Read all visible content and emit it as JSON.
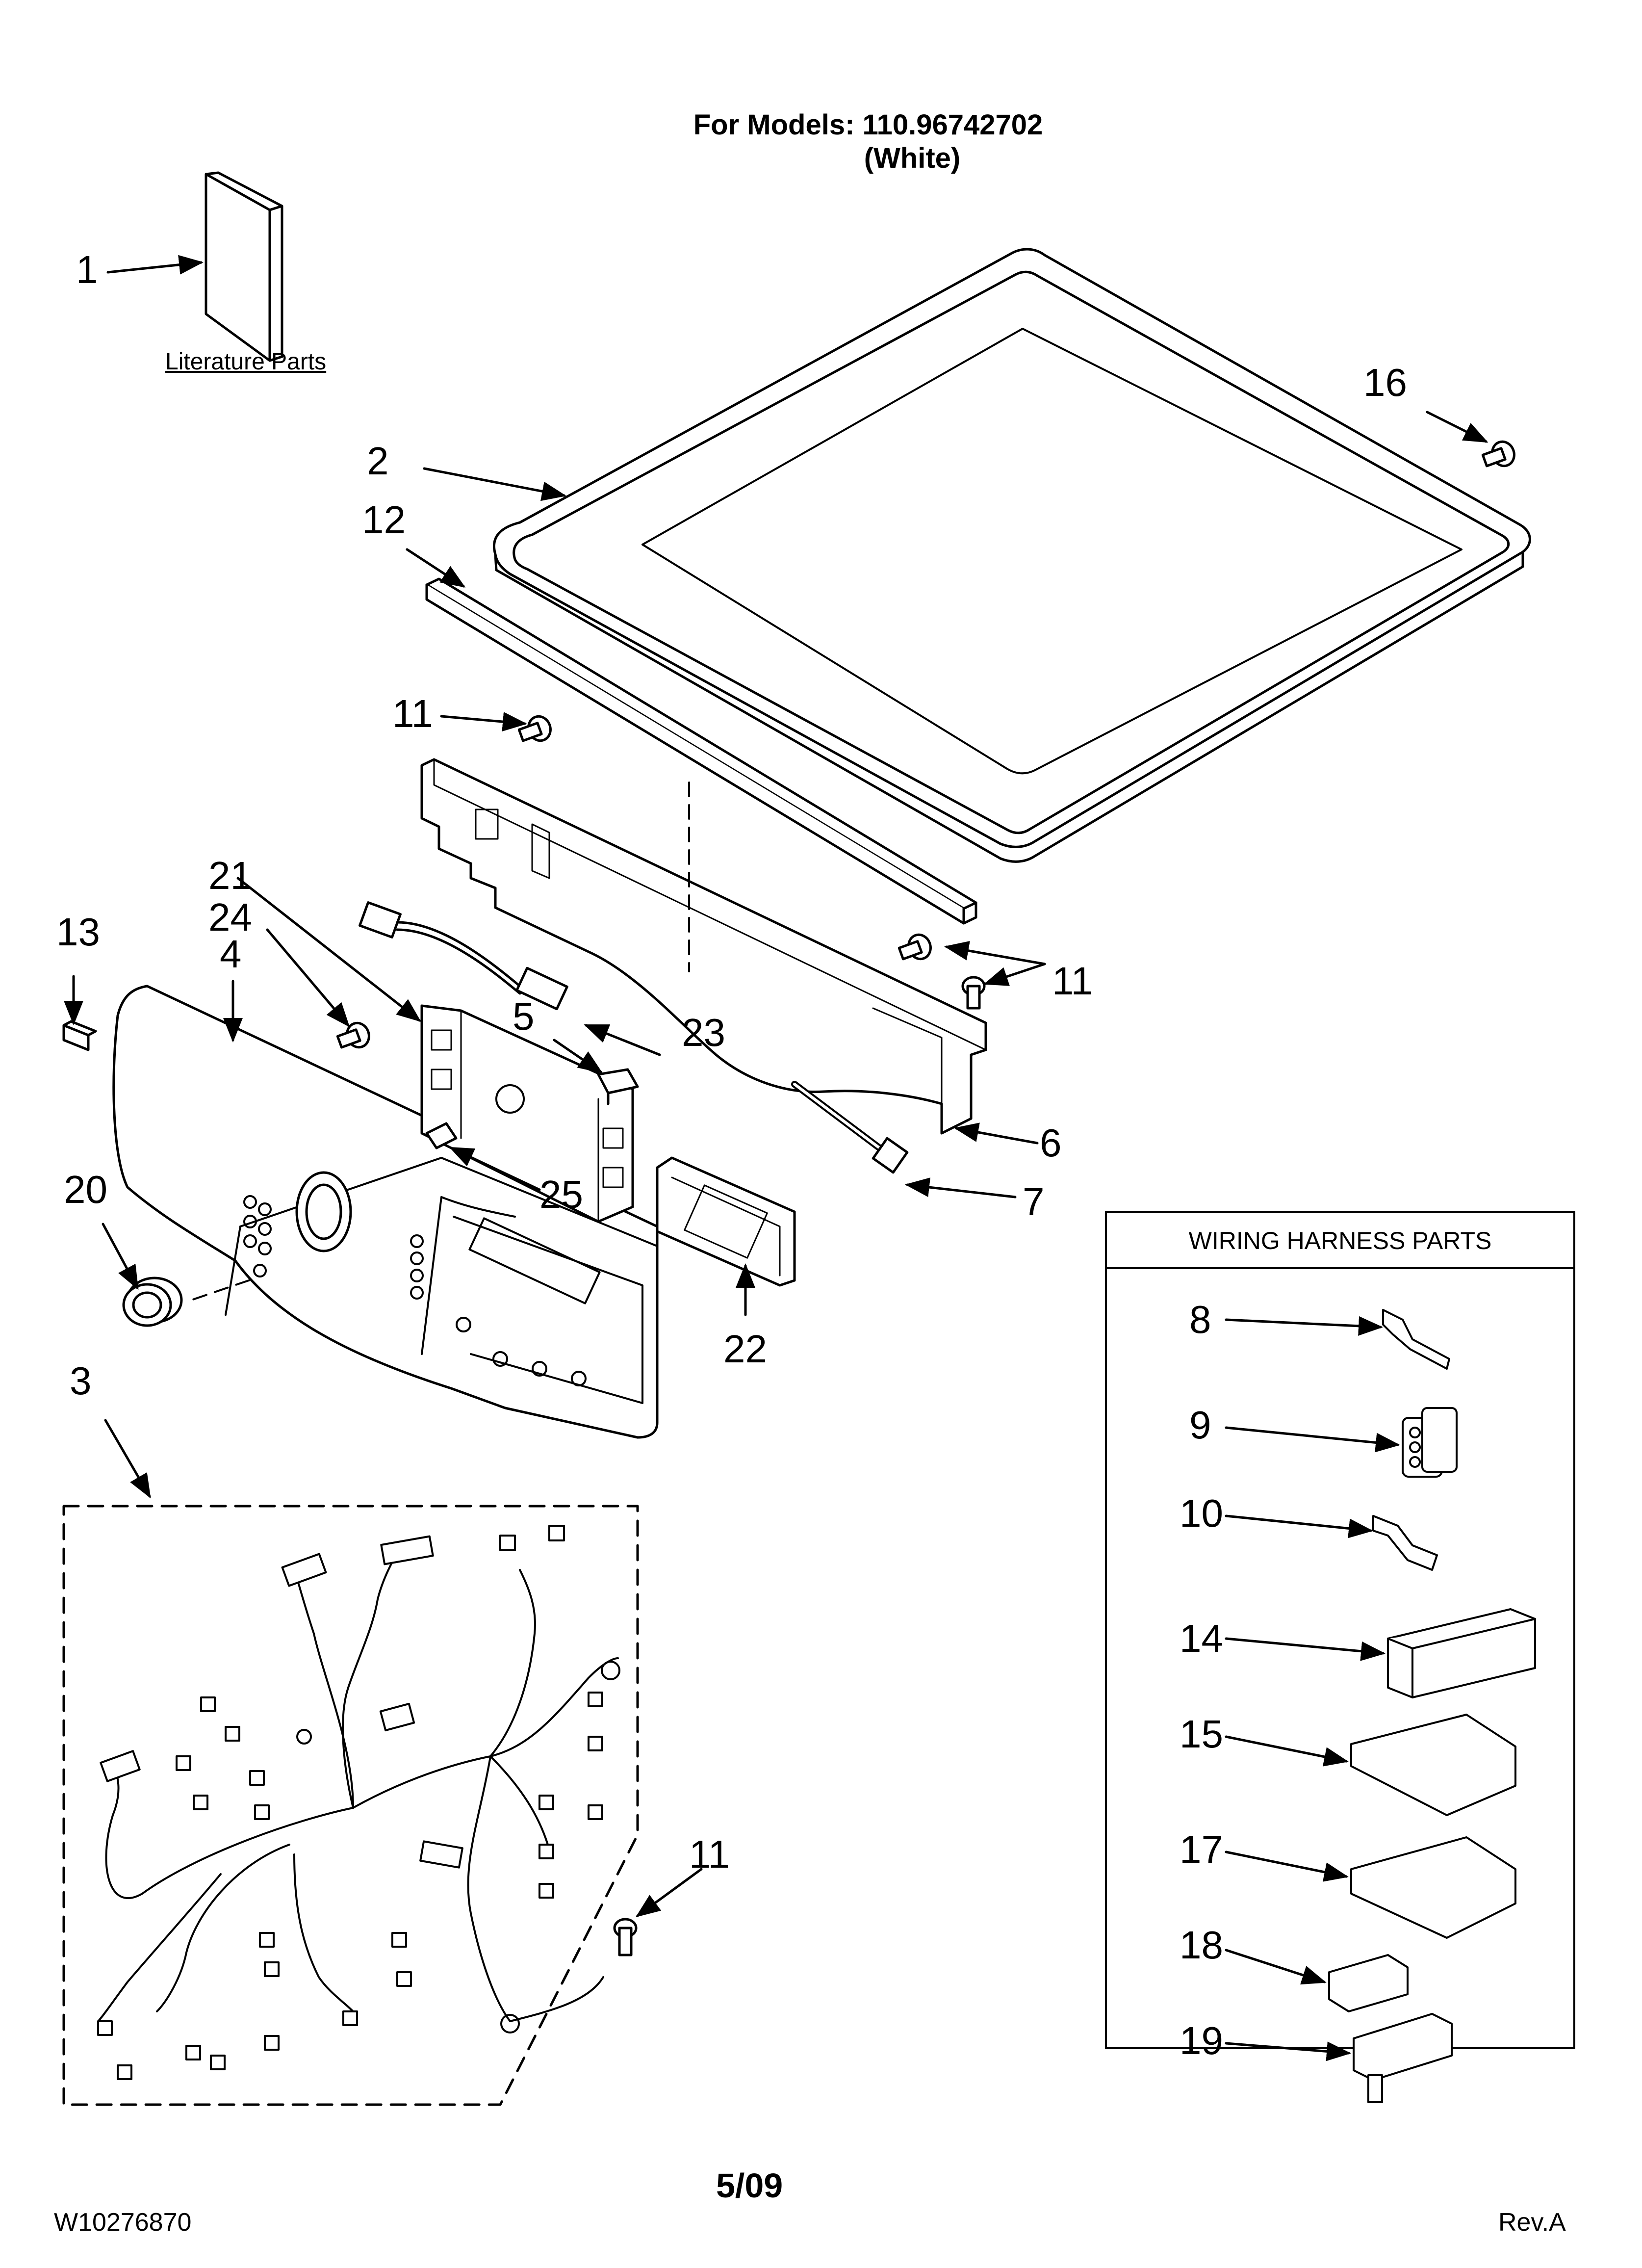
{
  "header": {
    "title_line1": "For Models: 110.96742702",
    "title_line2": "(White)"
  },
  "literature_label": "Literature Parts",
  "callouts": {
    "c1": "1",
    "c2": "2",
    "c3": "3",
    "c4": "4",
    "c5": "5",
    "c6": "6",
    "c7": "7",
    "c8": "8",
    "c9": "9",
    "c10": "10",
    "c11a": "11",
    "c11b": "11",
    "c11c": "11",
    "c12": "12",
    "c13": "13",
    "c14": "14",
    "c15": "15",
    "c16": "16",
    "c17": "17",
    "c18": "18",
    "c19": "19",
    "c20": "20",
    "c21": "21",
    "c22": "22",
    "c23": "23",
    "c24": "24",
    "c25": "25"
  },
  "wiring_box": {
    "heading": "WIRING HARNESS PARTS"
  },
  "footer": {
    "doc_number": "W10276870",
    "date": "5/09",
    "revision": "Rev.A"
  }
}
